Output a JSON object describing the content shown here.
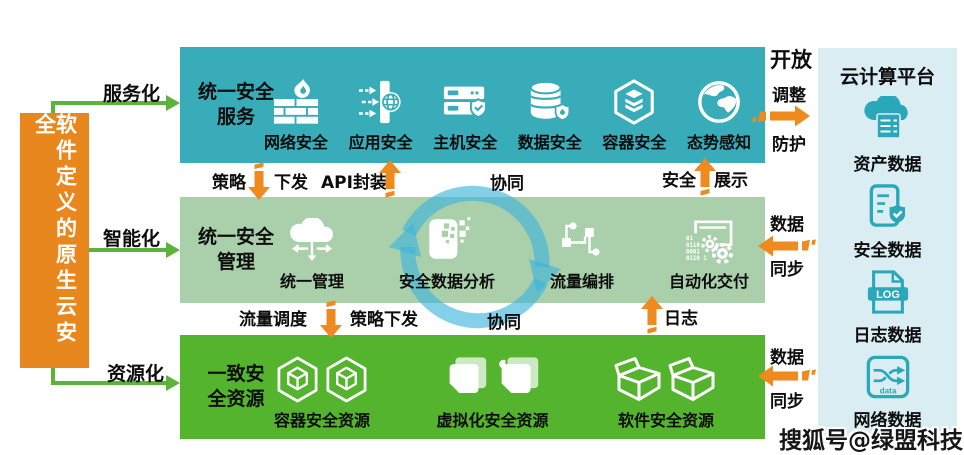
{
  "diagram": {
    "vertical_title": "软件定义的原生云安全",
    "watermark": "搜狐号@绿盟科技"
  },
  "left_flow": {
    "service": "服务化",
    "intelligent": "智能化",
    "resource": "资源化"
  },
  "services_band": {
    "title_line1": "统一安全",
    "title_line2": "服务",
    "items": [
      {
        "label": "网络安全",
        "icon": "firewall-icon"
      },
      {
        "label": "应用安全",
        "icon": "app-security-icon"
      },
      {
        "label": "主机安全",
        "icon": "host-security-icon"
      },
      {
        "label": "数据安全",
        "icon": "data-security-icon"
      },
      {
        "label": "容器安全",
        "icon": "container-security-icon"
      },
      {
        "label": "态势感知",
        "icon": "situation-awareness-icon"
      }
    ]
  },
  "management_band": {
    "title_line1": "统一安全",
    "title_line2": "管理",
    "items": [
      {
        "label": "统一管理",
        "icon": "unified-management-icon"
      },
      {
        "label": "安全数据分析",
        "icon": "security-data-analysis-icon"
      },
      {
        "label": "流量编排",
        "icon": "traffic-orchestration-icon"
      },
      {
        "label": "自动化交付",
        "icon": "automated-delivery-icon"
      }
    ]
  },
  "resources_band": {
    "title_line1": "一致安",
    "title_line2": "全资源",
    "items": [
      {
        "label": "容器安全资源",
        "icon": "container-resource-icon"
      },
      {
        "label": "虚拟化安全资源",
        "icon": "virtualization-resource-icon"
      },
      {
        "label": "软件安全资源",
        "icon": "software-resource-icon"
      }
    ]
  },
  "flow_top": {
    "policy": "策略",
    "dispatch": "下发",
    "api": "API封装",
    "collaboration": "协同",
    "security": "安全",
    "display": "展示"
  },
  "flow_bottom": {
    "traffic_scheduling": "流量调度",
    "policy_dispatch": "策略下发",
    "collaboration": "协同",
    "log": "日志"
  },
  "right_flow": {
    "open": "开放",
    "adjust": "调整",
    "protect": "防护",
    "sync_top_line1": "数据",
    "sync_top_line2": "同步",
    "sync_bottom_line1": "数据",
    "sync_bottom_line2": "同步"
  },
  "cloud_panel": {
    "title": "云计算平台",
    "items": [
      {
        "label": "资产数据",
        "icon": "asset-data-icon"
      },
      {
        "label": "安全数据",
        "icon": "security-data-icon"
      },
      {
        "label": "日志数据",
        "icon": "log-data-icon"
      },
      {
        "label": "网络数据",
        "icon": "network-data-icon"
      }
    ]
  },
  "colors": {
    "services_band": "#39acb9",
    "management_band": "#a9cfab",
    "resources_band": "#55b42e",
    "left_box": "#e9871f",
    "arrow_orange": "#ee8a1e",
    "arrow_green": "#5cb33a",
    "panel_bg": "#d9edf2",
    "panel_icon": "#2aa7b9",
    "cycle_blue": "#3cb4dc"
  }
}
